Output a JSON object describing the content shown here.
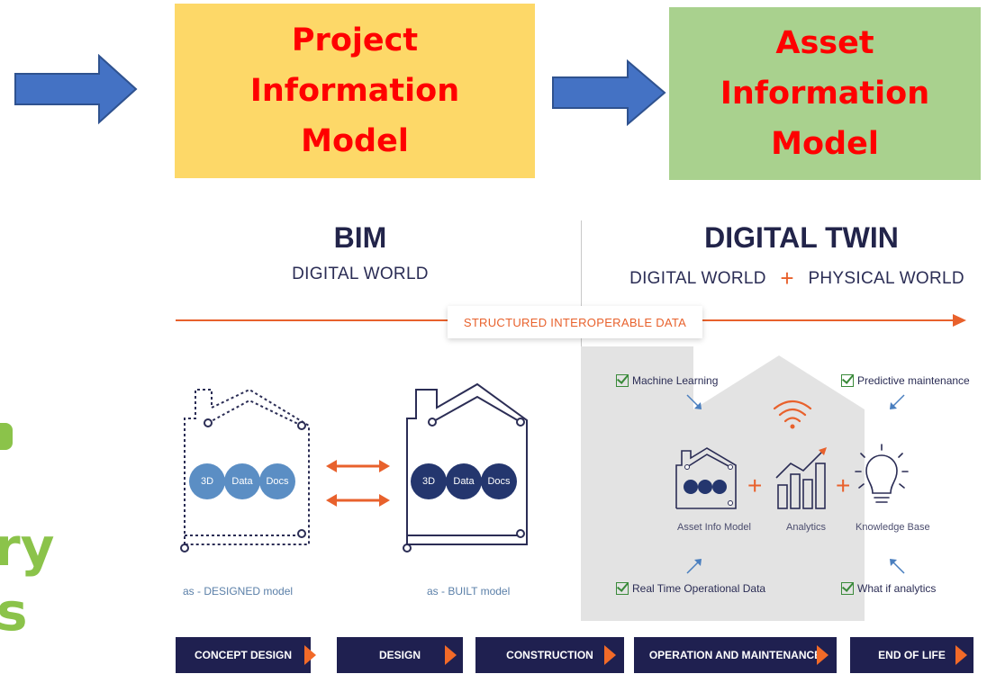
{
  "top": {
    "pim_lines": [
      "Project",
      "Information",
      "Model"
    ],
    "aim_lines": [
      "Asset",
      "Information",
      "Model"
    ]
  },
  "cutoff_left": {
    "line1": "ry",
    "line2": "s"
  },
  "bim": {
    "title": "BIM",
    "subtitle": "DIGITAL WORLD"
  },
  "twin": {
    "title": "DIGITAL TWIN",
    "subtitle_left": "DIGITAL WORLD",
    "plus": "+",
    "subtitle_right": "PHYSICAL WORLD"
  },
  "banner": "STRUCTURED INTEROPERABLE DATA",
  "model_bubbles": [
    "3D",
    "Data",
    "Docs"
  ],
  "captions": {
    "designed": "as - DESIGNED model",
    "built": "as - BUILT model"
  },
  "twin_checks": {
    "machine_learning": "Machine Learning",
    "predictive": "Predictive maintenance",
    "real_time": "Real Time Operational Data",
    "what_if": "What if analytics"
  },
  "twin_components": {
    "asset": "Asset Info Model",
    "analytics": "Analytics",
    "knowledge": "Knowledge Base"
  },
  "stages": [
    "CONCEPT DESIGN",
    "DESIGN",
    "CONSTRUCTION",
    "OPERATION AND MAINTENANCE",
    "END OF LIFE"
  ],
  "colors": {
    "pim": "#fdd868",
    "aim": "#a9d18e",
    "text_red": "#ff0000",
    "arrow_blue": "#4472c4",
    "accent_orange": "#e8612c",
    "navy": "#1f2050"
  }
}
